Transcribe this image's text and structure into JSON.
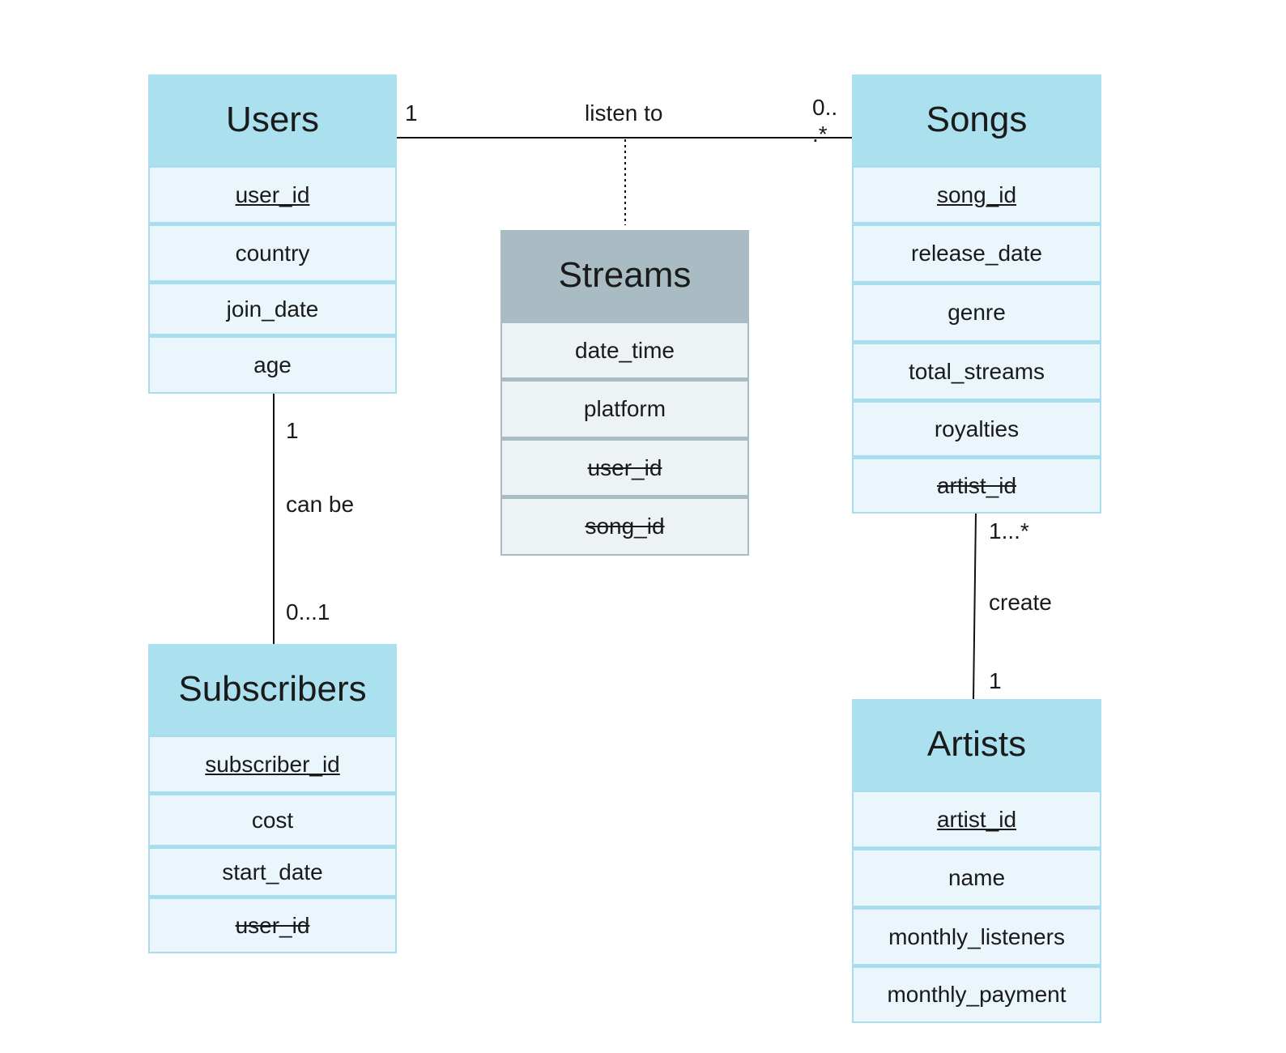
{
  "entities": {
    "users": {
      "title": "Users",
      "fields": {
        "f0": "user_id",
        "f1": "country",
        "f2": "join_date",
        "f3": "age"
      }
    },
    "songs": {
      "title": "Songs",
      "fields": {
        "f0": "song_id",
        "f1": "release_date",
        "f2": "genre",
        "f3": "total_streams",
        "f4": "royalties",
        "f5": "artist_id"
      }
    },
    "streams": {
      "title": "Streams",
      "fields": {
        "f0": "date_time",
        "f1": "platform",
        "f2": "user_id",
        "f3": "song_id"
      }
    },
    "subscribers": {
      "title": "Subscribers",
      "fields": {
        "f0": "subscriber_id",
        "f1": "cost",
        "f2": "start_date",
        "f3": "user_id"
      }
    },
    "artists": {
      "title": "Artists",
      "fields": {
        "f0": "artist_id",
        "f1": "name",
        "f2": "monthly_listeners",
        "f3": "monthly_payment"
      }
    }
  },
  "relationships": {
    "listen_to": {
      "label": "listen to",
      "left_card": "1",
      "right_card_line1": "0..",
      "right_card_line2": ".*"
    },
    "can_be": {
      "label": "can be",
      "top_card": "1",
      "bottom_card": "0...1"
    },
    "create": {
      "label": "create",
      "top_card": "1...*",
      "bottom_card": "1"
    }
  },
  "colors": {
    "entity_header": "#abe0ef",
    "entity_row": "#eaf6fb",
    "associative_header": "#a9bcc3",
    "associative_row": "#edf2f5"
  }
}
